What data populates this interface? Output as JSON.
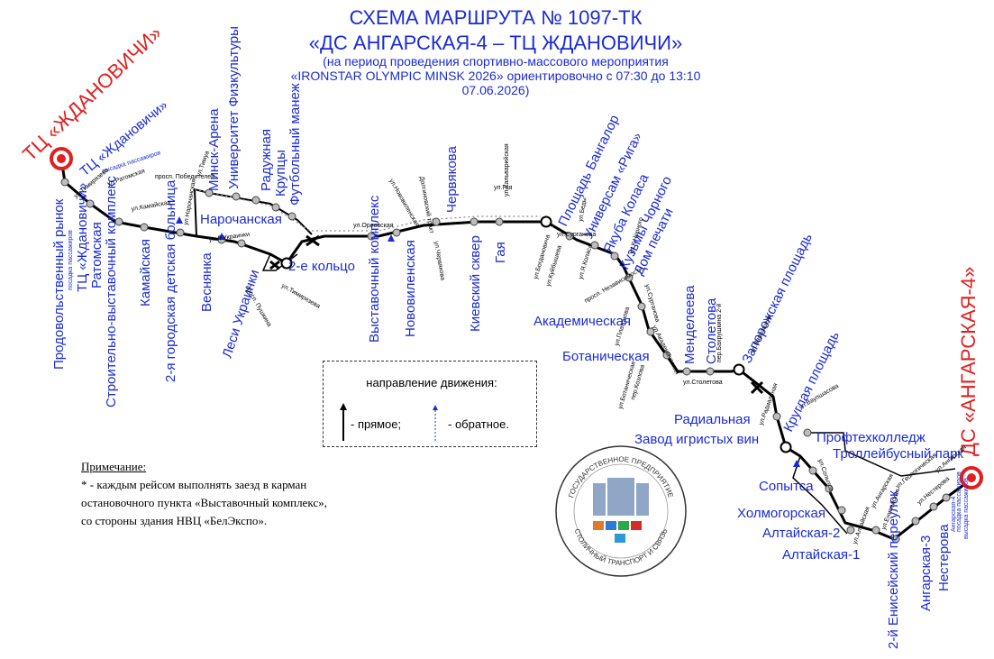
{
  "title": {
    "line1": "СХЕМА МАРШРУТА № 1097-ТК",
    "line2": "«ДС АНГАРСКАЯ-4 – ТЦ ЖДАНОВИЧИ»",
    "line3": "(на период проведения спортивно-массового мероприятия",
    "line4": "«IRONSTAR OLYMPIC MINSK 2026» ориентировочно с 07:30 до 13:10",
    "line5": "07.06.2026)"
  },
  "terminals": {
    "west": "ТЦ «ЖДАНОВИЧИ»",
    "east": "ДС «АНГАРСКАЯ-4»"
  },
  "stops": [
    {
      "name": "ТЦ «Ждановичи»",
      "sub": "высадка пассажиров"
    },
    {
      "name": "Продовольственный рынок",
      "sub": "посадка пассажиров"
    },
    {
      "name": "ТЦ «Ждановичи»",
      "sub": ""
    },
    {
      "name": "Ратомская",
      "sub": ""
    },
    {
      "name": "Строительно-выставочный комплекс",
      "sub": ""
    },
    {
      "name": "Камайская",
      "sub": ""
    },
    {
      "name": "2-я городская детская больница",
      "sub": ""
    },
    {
      "name": "Веснянка",
      "sub": ""
    },
    {
      "name": "Нарочанская",
      "sub": ""
    },
    {
      "name": "Минск-Арена",
      "sub": ""
    },
    {
      "name": "Университет Физкультуры",
      "sub": ""
    },
    {
      "name": "Радужная",
      "sub": ""
    },
    {
      "name": "Крупцы",
      "sub": ""
    },
    {
      "name": "Футбольный манеж",
      "sub": ""
    },
    {
      "name": "Леси Украинки",
      "sub": ""
    },
    {
      "name": "2-е кольцо",
      "sub": ""
    },
    {
      "name": "Выставочный комплекс",
      "sub": ""
    },
    {
      "name": "Нововиленская",
      "sub": ""
    },
    {
      "name": "Червякова",
      "sub": ""
    },
    {
      "name": "Киевский сквер",
      "sub": ""
    },
    {
      "name": "Гая",
      "sub": ""
    },
    {
      "name": "Площадь Бангалор",
      "sub": ""
    },
    {
      "name": "Универсам «Рига»",
      "sub": ""
    },
    {
      "name": "Якуба Коласа",
      "sub": ""
    },
    {
      "name": "Кузьмы Чорного",
      "sub": ""
    },
    {
      "name": "Дом печати",
      "sub": ""
    },
    {
      "name": "Академическая",
      "sub": ""
    },
    {
      "name": "Ботаническая",
      "sub": ""
    },
    {
      "name": "Менделеева",
      "sub": ""
    },
    {
      "name": "Столетова",
      "sub": ""
    },
    {
      "name": "Запорожская площадь",
      "sub": ""
    },
    {
      "name": "Круглая площадь",
      "sub": ""
    },
    {
      "name": "Радиальная",
      "sub": ""
    },
    {
      "name": "Завод игристых вин",
      "sub": ""
    },
    {
      "name": "Профтехколледж",
      "sub": ""
    },
    {
      "name": "Троллейбусный парк",
      "sub": ""
    },
    {
      "name": "Сопытса",
      "sub": ""
    },
    {
      "name": "Холмогорская",
      "sub": ""
    },
    {
      "name": "Алтайская-2",
      "sub": ""
    },
    {
      "name": "Алтайская-1",
      "sub": ""
    },
    {
      "name": "2-й Енисейский переулок",
      "sub": ""
    },
    {
      "name": "Ангарская-3",
      "sub": ""
    },
    {
      "name": "Нестерова",
      "sub": ""
    },
    {
      "name": "Ангарская-4",
      "sub": "посадка пассажиров"
    },
    {
      "name": "Ангарская-4",
      "sub": "высадка пассажиров"
    }
  ],
  "streets": [
    "ул.Тимирязева",
    "ул.Ратомская",
    "ул.Камайская",
    "просп. Победителей",
    "ул.Тимуа",
    "ул.Нарочанская",
    "ул.Л.Украинки",
    "ул.Тимирязева",
    "просп. Пушкина",
    "ул.Орловская",
    "ул.Нововиленская",
    "Долгиновский тракт",
    "ул.Червякова",
    "ул.Гая",
    "ул.Кальварийская",
    "ул.Богдановича",
    "ул.Сурганова",
    "ул.Куйбышева",
    "ул.Я.Коласа",
    "ул.Беды",
    "ул.К.Чорного",
    "ул.Сурганова",
    "просп. Независимости",
    "ул.Академическая",
    "ул.Платонова",
    "ул.Ботаническая",
    "пер.Козлова",
    "ул.Столетова",
    "пер.Бахрушкина 2-й",
    "ул.Варвашени",
    "ул.Радиальная",
    "ул.Ваупшасова",
    "ул.Сопытса",
    "ул.Ангарская",
    "ул.Енисейская",
    "ул.Алтайская",
    "ул.Геологическая",
    "ул.Нестерова",
    "ул.Ангарская"
  ],
  "legend": {
    "title": "направление движения:",
    "forward": "- прямое;",
    "backward": "- обратное."
  },
  "note": {
    "title": "Примечание:",
    "line1": "* - каждым рейсом выполнять заезд в карман",
    "line2": "остановочного пункта «Выставочный комплекс»,",
    "line3": "со стороны здания НВЦ «БелЭкспо»."
  },
  "logo": {
    "top": "ГОСУДАРСТВЕННОЕ ПРЕДПРИЯТИЕ",
    "bottom": "СТОЛИЧНЫЙ ТРАНСПОРТ И СВЯЗЬ"
  },
  "colors": {
    "title": "#1a2bd6",
    "terminal": "#e02020",
    "route": "#000000",
    "stop_fill": "#bdbdbd",
    "reverse_arrow": "#1a2bd6"
  }
}
